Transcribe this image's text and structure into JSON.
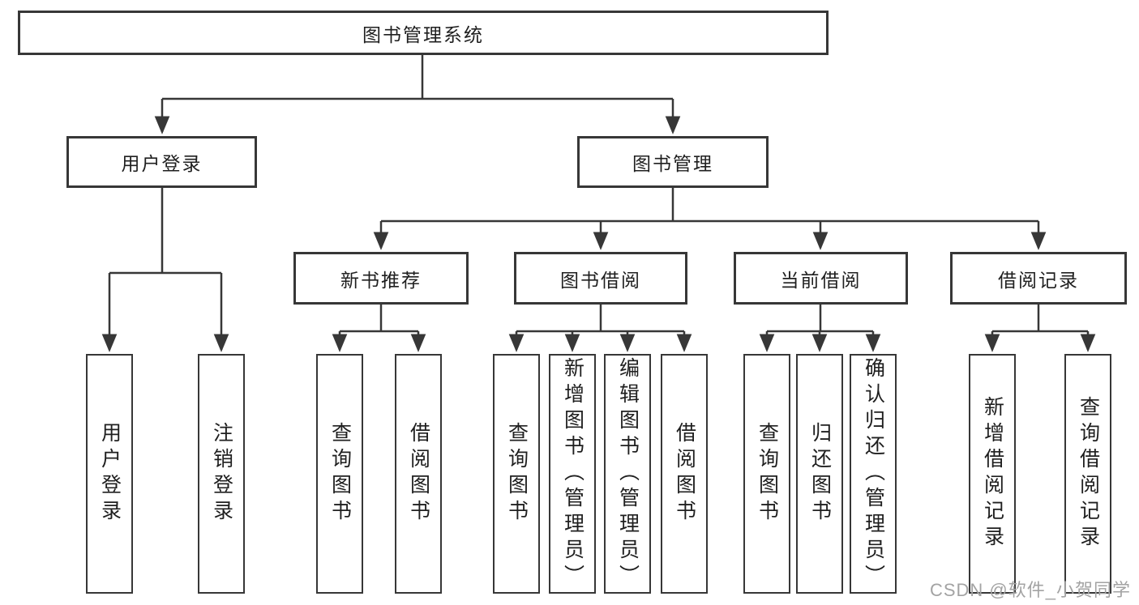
{
  "diagram": {
    "root": {
      "label": "图书管理系统",
      "children": [
        {
          "label": "用户登录",
          "children": [
            {
              "label": "用户登录"
            },
            {
              "label": "注销登录"
            }
          ]
        },
        {
          "label": "图书管理",
          "children": [
            {
              "label": "新书推荐",
              "children": [
                {
                  "label": "查询图书"
                },
                {
                  "label": "借阅图书"
                }
              ]
            },
            {
              "label": "图书借阅",
              "children": [
                {
                  "label": "查询图书"
                },
                {
                  "label": "新增图书（管理员）"
                },
                {
                  "label": "编辑图书（管理员）"
                },
                {
                  "label": "借阅图书"
                }
              ]
            },
            {
              "label": "当前借阅",
              "children": [
                {
                  "label": "查询图书"
                },
                {
                  "label": "归还图书"
                },
                {
                  "label": "确认归还（管理员）"
                }
              ]
            },
            {
              "label": "借阅记录",
              "children": [
                {
                  "label": "新增借阅记录"
                },
                {
                  "label": "查询借阅记录"
                }
              ]
            }
          ]
        }
      ]
    },
    "colors": {
      "line": "#373737",
      "text": "#1f1f1f",
      "box_fill": "#ffffff",
      "watermark": "#a3a3a3"
    }
  },
  "watermark": {
    "text": "CSDN @软件_小贺同学"
  }
}
